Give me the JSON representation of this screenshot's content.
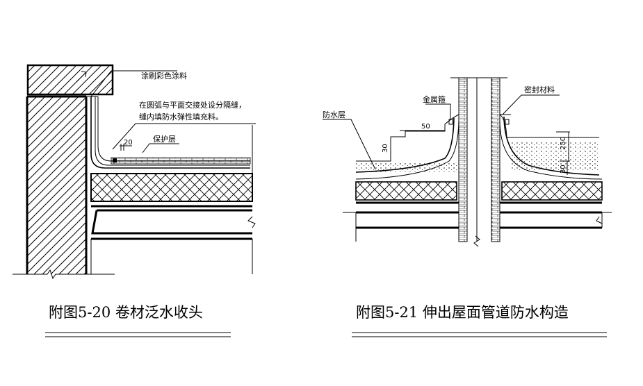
{
  "figure_left": {
    "caption": "附图5-20 卷材泛水收头",
    "label_coating": "涂刷彩色涂料",
    "label_gap_line1": "在圆弧与平面交接处设分隔缝，",
    "label_gap_line2": "缝内填防水弹性填充料。",
    "label_protect": "保护层",
    "dim_20": "20"
  },
  "figure_right": {
    "caption": "附图5-21 伸出屋面管道防水构造",
    "label_waterproof": "防水层",
    "label_metal_hoop": "金属箍",
    "label_seal": "密封材料",
    "dim_50": "50",
    "dim_30_left": "30",
    "dim_250": "250",
    "dim_30_right": "30"
  }
}
